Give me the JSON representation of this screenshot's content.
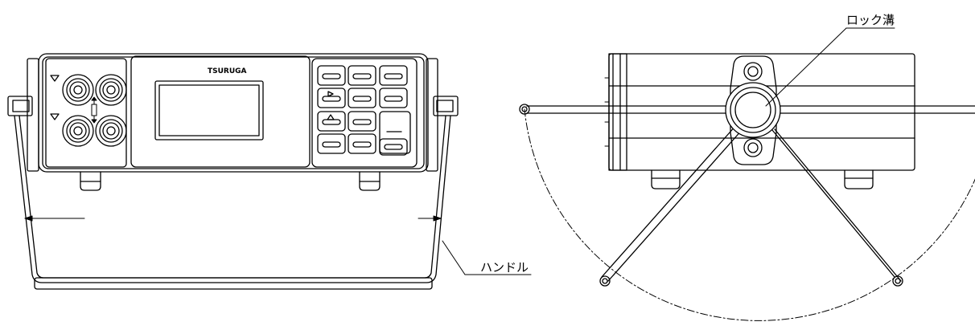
{
  "labels": {
    "brand": "TSURUGA",
    "lock_groove": "ロック溝",
    "handle": "ハンドル"
  },
  "colors": {
    "line": "#000000",
    "background": "#ffffff"
  }
}
